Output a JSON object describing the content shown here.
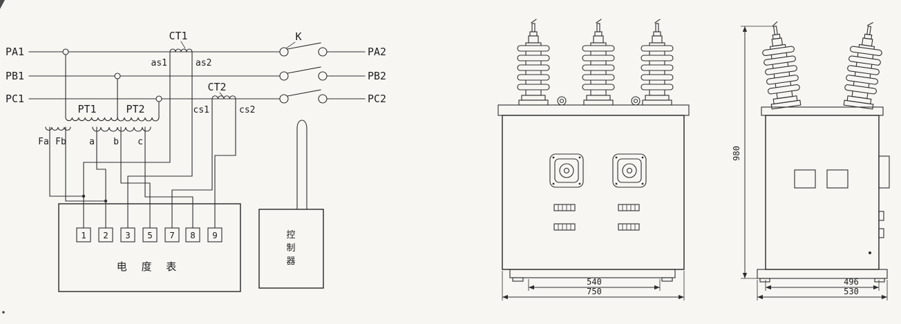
{
  "circuit": {
    "phase_in": {
      "a": "PA1",
      "b": "PB1",
      "c": "PC1"
    },
    "phase_out": {
      "a": "PA2",
      "b": "PB2",
      "c": "PC2"
    },
    "ct1": "CT1",
    "ct2": "CT2",
    "switch": "K",
    "ct1_taps": {
      "s1": "as1",
      "s2": "as2"
    },
    "ct2_taps": {
      "s1": "cs1",
      "s2": "cs2"
    },
    "pt1": "PT1",
    "pt2": "PT2",
    "pt_terminals": {
      "fa": "Fa",
      "fb": "Fb",
      "a": "a",
      "b": "b",
      "c": "c"
    },
    "meter_terminals": [
      "1",
      "2",
      "3",
      "5",
      "7",
      "8",
      "9"
    ],
    "meter_label": "电 度 表",
    "controller_chars": [
      "控",
      "制",
      "器"
    ]
  },
  "front_view": {
    "dim_inner": "540",
    "dim_outer": "750"
  },
  "side_view": {
    "dim_height": "980",
    "dim_inner": "496",
    "dim_outer": "530"
  }
}
